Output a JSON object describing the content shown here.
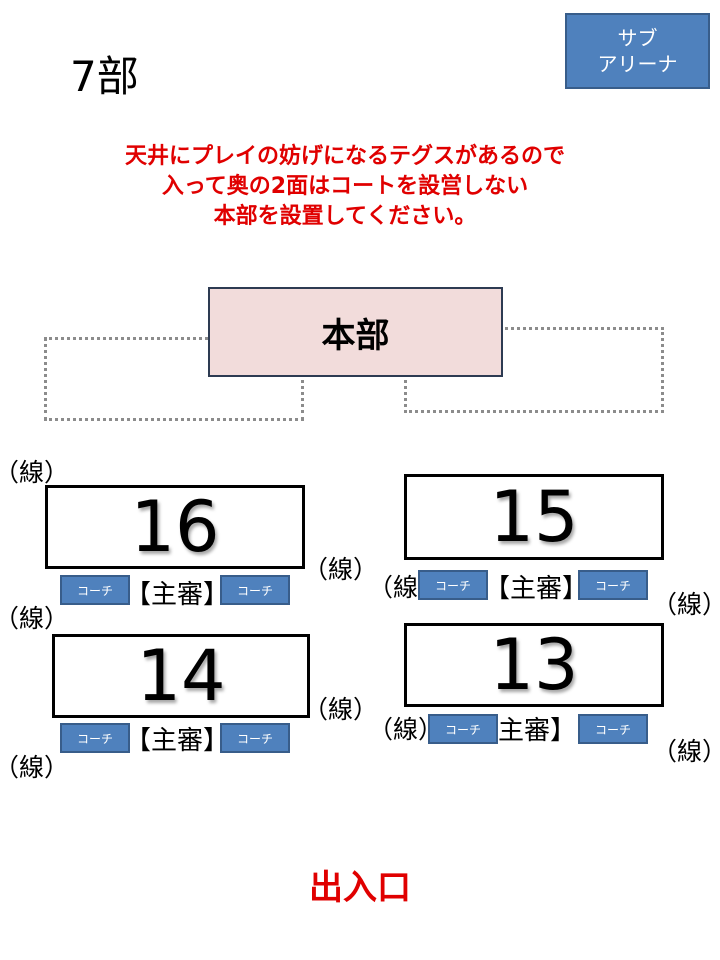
{
  "title": "7部",
  "sub_arena": {
    "line1": "サブ",
    "line2": "アリーナ"
  },
  "notice": [
    "天井にプレイの妨げになるテグスがあるので",
    "入って奥の2面はコートを設営しない",
    "本部を設置してください。"
  ],
  "headquarters": "本部",
  "courts": {
    "c16": "16",
    "c15": "15",
    "c14": "14",
    "c13": "13"
  },
  "coach_label": "コーチ",
  "referee_label": "【主審】",
  "referee_label_13": "主審】",
  "line_label": "（線）",
  "line_label_partial": "（線",
  "exit": "出入口"
}
